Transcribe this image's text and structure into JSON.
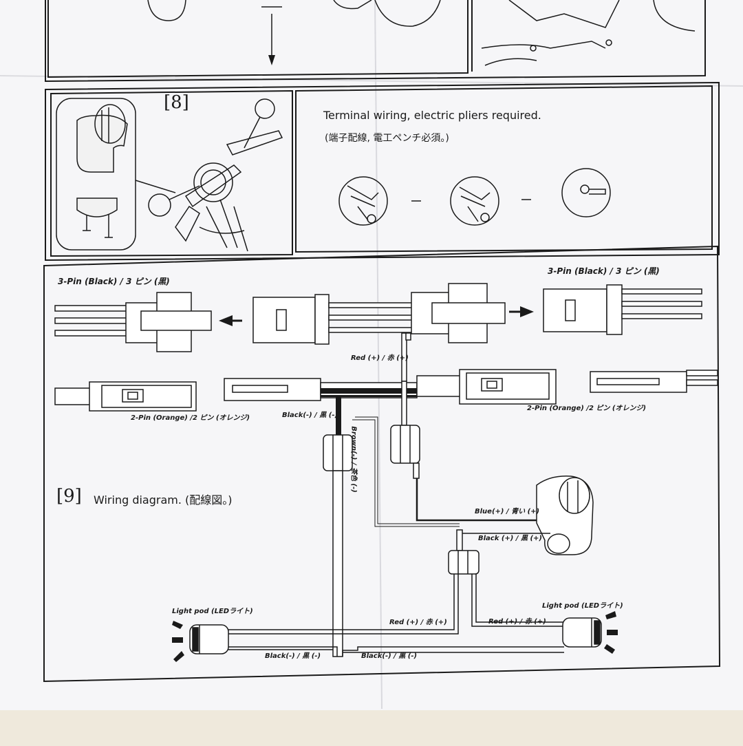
{
  "step8": {
    "number": "[8]",
    "terminal_title": "Terminal wiring, electric pliers required.",
    "terminal_subtitle": "(端子配線, 電工ペンチ必須。)"
  },
  "step9": {
    "number": "[9]",
    "title": "Wiring diagram. (配線図。)"
  },
  "connectors": {
    "three_pin_left": "3-Pin (Black) / 3 ピン (黒)",
    "three_pin_right": "3-Pin (Black) / 3 ピン (黒)",
    "two_pin_left": "2-Pin (Orange) /2 ピン (オレンジ)",
    "two_pin_right": "2-Pin (Orange) /2 ピン (オレンジ)"
  },
  "wires": {
    "red_top": "Red (+) / 赤 (+)",
    "black_center": "Black(-) / 黒 (-)",
    "brown": "Brown(-) / 茶色 (-)",
    "blue": "Blue(+) / 青い (+)",
    "black_switch": "Black (+) / 黒 (+)",
    "red_mid": "Red (+) / 赤 (+)",
    "red_right": "Red (+) / 赤 (+)",
    "black_bottom_left": "Black(-) / 黒 (-)",
    "black_bottom_mid": "Black(-) / 黒 (-)"
  },
  "lights": {
    "left": "Light pod (LEDライト)",
    "right": "Light pod (LEDライト)"
  },
  "colors": {
    "paper": "#f6f6f8",
    "ink": "#1a1a1a",
    "background": "#efe9dc"
  }
}
